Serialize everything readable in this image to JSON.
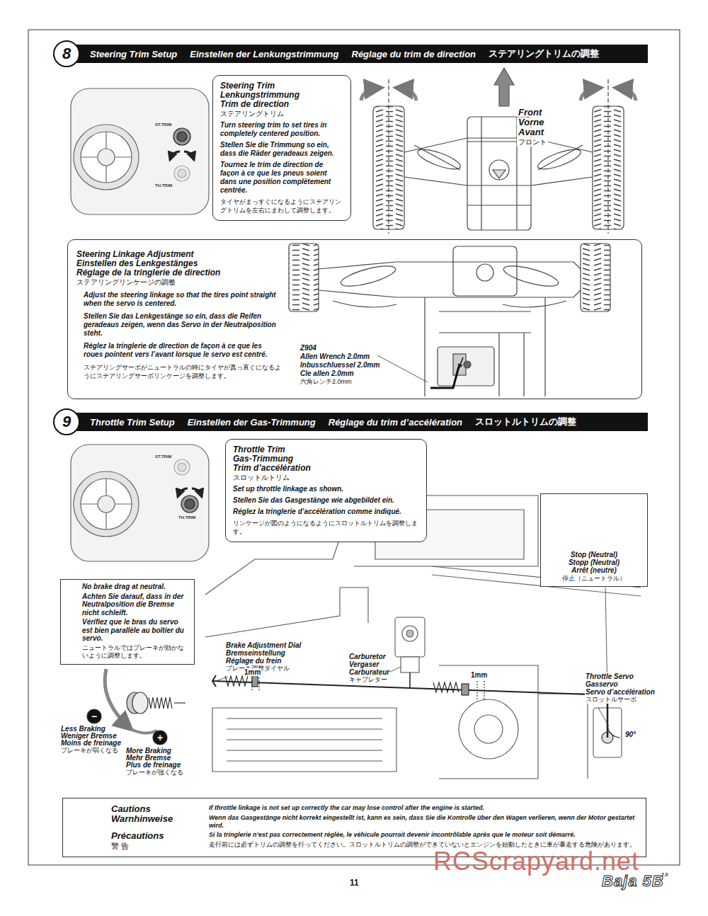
{
  "diagram": {
    "nodes": [
      {
        "text": [
          "Steering Trim Setup",
          "Einstellen der Lenkungstrimmung",
          "Réglage du trim de direction",
          "ステアリングトリムの調整"
        ]
      },
      {
        "text": [
          "8"
        ],
        "in": 0
      },
      {
        "text": [
          "Steering Trim",
          "Lenkungstrimmung",
          "Trim de direction",
          "ステアリングトリム",
          "Turn steering trim to set tires in completely centered position.",
          "Stellen Sie die Trimmung so ein, dass die Räder geradeaus zeigen.",
          "Tournez le trim de direction de façon à ce que les pneus soient dans une position complètement centrée.",
          "タイヤがまっすぐになるようにステアリングトリムを左右にまわして調整します。"
        ]
      },
      {
        "text": [
          "Steering Linkage Adjustment",
          "Einstellen des Lenkgestänges",
          "Réglage de la tringlerie de direction",
          "ステアリングリンケージの調整",
          "Adjust the steering linkage so that the tires point straight when the servo is centered.",
          "Stellen Sie das Lenkgestänge so ein, dass die Reifen geradeaus zeigen, wenn das Servo in der Neutralposition steht.",
          "Réglez la tringlerie de direction de façon à ce que les roues pointent vers l’avant lorsque le servo est centré.",
          "ステアリングサーボがニュートラルの時にタイヤが真っ直ぐになるようにステアリングサーボリンケージを調整します。"
        ]
      },
      {
        "text": [
          "Throttle Trim Setup",
          "Einstellen der Gas-Trimmung",
          "Réglage du trim d’accélération",
          "スロットルトリムの調整"
        ]
      },
      {
        "text": [
          "9"
        ],
        "in": 4
      },
      {
        "text": [
          "Throttle Trim",
          "Gas-Trimmung",
          "Trim d’accélération",
          "スロットルトリム",
          "Set up throttle linkage as shown.",
          "Stellen Sie das Gasgestänge wie abgebildet ein.",
          "Réglez la tringlerie d’accélération comme indiqué.",
          "リンケージが図のようになるようにスロットルトリムを調整します。"
        ]
      },
      {
        "text": [
          "Stop (Neutral)",
          "Stopp (Neutral)",
          "Arrêt (neutre)",
          "停止（ニュートラル）"
        ]
      },
      {
        "text": [
          "No brake drag at neutral.",
          "Achten Sie darauf, dass in der Neutralposition die Bremse nicht schleift.",
          "Vérifiez que le bras du servo est bien parallèle au boîtier du servo.",
          "ニュートラルではブレーキが効かないように調整します。"
        ]
      },
      {
        "text": [
          "Cautions",
          "Warnhinweise",
          "Précautions",
          "警 告",
          "If throttle linkage is not set up correctly the car may lose control after the engine is started.",
          "Wenn das Gasgestänge nicht korrekt eingestellt ist, kann es sein, dass Sie die Kontrolle über den Wagen verlieren, wenn der Motor gestartet wird.",
          "Si la tringlerie n’est pas correctement réglée, le véhicule pourrait devenir incontrôlable après que le moteur soit démarré.",
          "走行前には必ずトリムの調整を行ってください。スロットルトリムの調整ができていないとエンジンを始動したときに車が暴走する危険があります。"
        ]
      }
    ],
    "labels": [
      "ST.TRIM",
      "TH.TRIM",
      "Front",
      "Vorne",
      "Avant",
      "フロント",
      "Z904",
      "Allen Wrench 2.0mm",
      "Inbusschluessel 2.0mm",
      "Cle allen 2.0mm",
      "六角レンチ2.0mm",
      "ST.TRIM",
      "TH.TRIM",
      "Brake Adjustment Dial",
      "Bremseinstellung",
      "Réglage du frein",
      "ブレーキ調整ダイヤル",
      "1mm",
      "Carburetor",
      "Vergaser",
      "Carburateur",
      "キャブレター",
      "1mm",
      "Throttle Servo",
      "Gasservo",
      "Servo d’accélération",
      "スロットルサーボ",
      "90°",
      "−",
      "Less Braking",
      "Weniger Bremse",
      "Moins de freinage",
      "ブレーキが弱くなる",
      "+",
      "More Braking",
      "Mehr Bremse",
      "Plus de freinage",
      "ブレーキが強くなる",
      "11",
      "Baja 5B",
      "2.0",
      "RCScrapyard.net"
    ]
  }
}
